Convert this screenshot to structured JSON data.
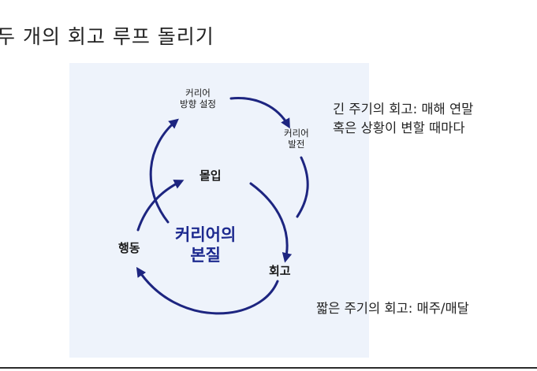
{
  "slide": {
    "title": "두 개의 회고 루프 돌리기"
  },
  "diagram": {
    "center": [
      "커리어의",
      "본질"
    ],
    "outer_loop": {
      "career_direction": [
        "커리어",
        "방향 설정"
      ],
      "career_growth": [
        "커리어",
        "발전"
      ]
    },
    "inner_loop": {
      "immersion": "몰입",
      "retrospective": "회고",
      "action": "행동"
    },
    "arrow_color": "#1d2580",
    "panel_color": "#eef3fb"
  },
  "annotations": {
    "long_cycle": [
      "긴 주기의 회고: 매해 연말",
      "혹은 상황이 변할 때마다"
    ],
    "short_cycle": "짧은 주기의 회고: 매주/매달"
  }
}
